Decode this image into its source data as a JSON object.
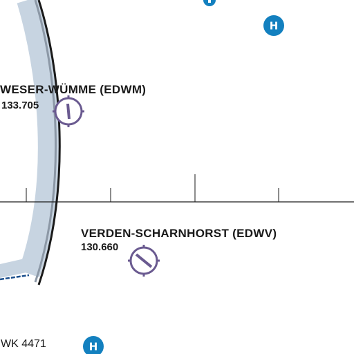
{
  "colors": {
    "background": "#ffffff",
    "airspace_fill": "#c7d4e1",
    "airspace_edge": "#1a1a1a",
    "aerodrome_symbol": "#6a5a90",
    "heliport": "#1380bf",
    "line": "#1a1a1a",
    "text": "#1a1a1a"
  },
  "aerodromes": [
    {
      "id": "edwm",
      "name": "WESER-WÜMME (EDWM)",
      "frequency": "133.705",
      "symbol": "aerodrome-runway-icon"
    },
    {
      "id": "edwv",
      "name": "VERDEN-SCHARNHORST (EDWV)",
      "frequency": "130.660",
      "symbol": "aerodrome-runway-icon"
    }
  ],
  "labels": {
    "waypoint": "WK 4471"
  },
  "heliports": [
    {
      "id": "heliport-1",
      "letter": "H",
      "symbol": "heliport-icon"
    },
    {
      "id": "heliport-2",
      "letter": "H",
      "symbol": "heliport-icon"
    }
  ],
  "icons": {
    "partial_top": "heliport-icon-partial"
  }
}
